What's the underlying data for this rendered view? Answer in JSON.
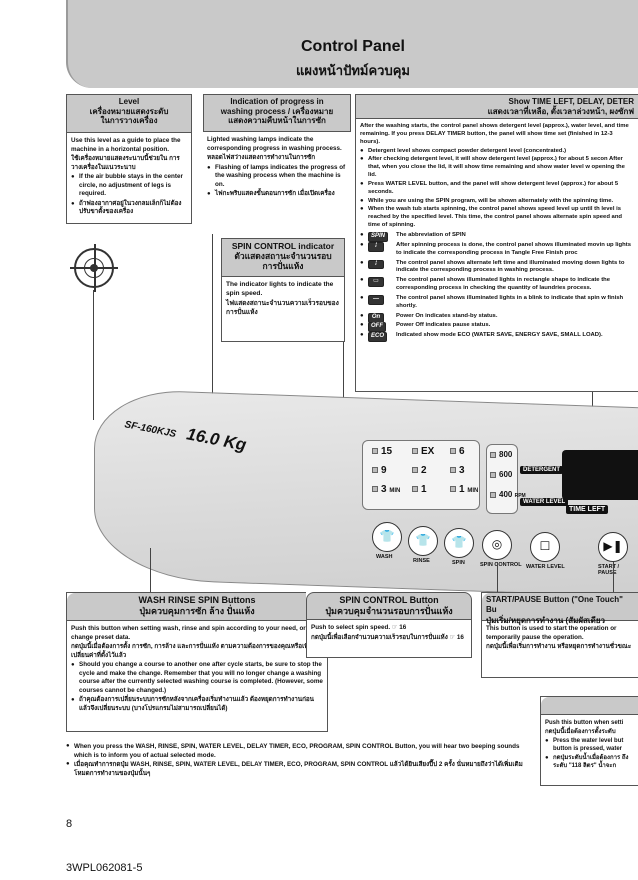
{
  "header": {
    "title_en": "Control Panel",
    "title_th": "แผงหน้าปัทม์ควบคุม"
  },
  "level": {
    "head_en": "Level",
    "head_th1": "เครื่องหมายแสดงระดับ",
    "head_th2": "ในการวางเครื่อง",
    "body_en": "Use this level as a guide to place the machine in a horizontal position.",
    "body_th": "ใช้เครื่องหมายแสดงระนาบนี้ช่วยใน การวางเครื่องในแนวระนาบ",
    "bullet_en": "If the air bubble stays in the center circle, no adjustment of legs is required.",
    "bullet_th": "ถ้าฟองอากาศอยู่ในวงกลมเล็กก็ไม่ต้อง ปรับขาตั้งของเครื่อง"
  },
  "progress": {
    "head_en1": "Indication of progress in",
    "head_en2": "washing process / เครื่องหมาย",
    "head_th": "แสดงความคืบหน้าในการซัก",
    "body_en": "Lighted washing lamps indicate the corresponding progress in washing process.",
    "body_th": "หลอดไฟสว่างแสดงการทำงานในการซัก",
    "bullet_en": "Flashing of lamps indicates the progress of the washing process when the machine is on.",
    "bullet_th": "ไฟกะพริบแสดงขั้นตอนการซัก เมื่อเปิดเครื่อง"
  },
  "spin_indicator": {
    "head_en": "SPIN CONTROL indicator",
    "head_th1": "ตัวแสดงสถานะจำนวนรอบ",
    "head_th2": "การปั่นแห้ง",
    "body_en": "The indicator lights to indicate the spin speed.",
    "body_th": "ไฟแสดงสถานะจำนวนความเร็วรอบของการปั่นแห้ง"
  },
  "time_left": {
    "head_en": "Show TIME LEFT, DELAY, DETER",
    "head_th": "แสดงเวลาที่เหลือ, ตั้งเวลาล่วงหน้า, ผงซักฟ",
    "intro": "After the washing starts, the control panel shows detergent level (approx.), water level, and time remaining. If you press DELAY TIMER button, the panel will show time set (finished in 12-3 hours).",
    "items": [
      "Detergent level shows compact powder detergent level (concentrated.)",
      "After checking detergent level, it will show detergent level (approx.) for about 5 secon After that, when you close the lid, it will show time remaining and show water level w opening the lid.",
      "Press WATER LEVEL button, and the panel will show detergent level (approx.) for about 5 seconds.",
      "While you are using the SPIN program, will be shown alternately with the spinning time.",
      "When the wash tub starts spinning, the control panel shows speed level up until th level is reached by the specified level. This time, the control panel shows alternate spin speed and time of spinning."
    ],
    "disp_rows": [
      {
        "icon": "SPIN",
        "text": "The abbreviation of SPIN"
      },
      {
        "icon": "⁞",
        "text": "After spinning process is done, the control panel shows illuminated movin up lights to indicate the corresponding process in Tangle Free Finish proc"
      },
      {
        "icon": "⁞",
        "text": "The control panel shows alternate left time and illuminated moving down lights to indicate the corresponding process in washing process."
      },
      {
        "icon": "▭",
        "text": "The control panel shows illuminated lights in rectangle shape to indicate the corresponding process in checking the quantity of laundries process."
      },
      {
        "icon": "—",
        "text": "The control panel shows illuminated lights in a blink to indicate that spin w finish shortly."
      },
      {
        "icon": "On",
        "text": "Power On indicates stand-by status."
      },
      {
        "icon": "OFF",
        "text": "Power Off indicates pause status."
      },
      {
        "icon": "ECO",
        "text": "Indicated show mode ECO (WATER SAVE, ENERGY SAVE, SMALL LOAD)."
      }
    ]
  },
  "machine": {
    "model": "SF-160KJS",
    "capacity": "16.0 Kg",
    "wash_col": [
      "15",
      "9",
      "3"
    ],
    "rinse_col": [
      "EX",
      "2",
      "1"
    ],
    "spin_col": [
      "6",
      "3",
      "1"
    ],
    "rpm_col": [
      "800",
      "600",
      "400"
    ],
    "unit_min": "MIN",
    "unit_rpm": "RPM",
    "labels": {
      "detergent": "DETERGENT",
      "water_level": "WATER LEVEL",
      "time_left": "TIME LEFT",
      "wash": "WASH",
      "rinse": "RINSE",
      "spin": "SPIN",
      "spin_control": "SPIN CONTROL",
      "water_level_btn": "WATER LEVEL",
      "start_pause": "START / PAUSE"
    }
  },
  "wrs": {
    "head_en": "WASH RINSE SPIN Buttons",
    "head_th": "ปุ่มควบคุมการซัก ล้าง ปั่นแห้ง",
    "body_en": "Push this button when setting wash, rinse and spin according to your need, or change preset data.",
    "body_th": "กดปุ่มนี้เมื่อต้องการตั้ง การซัก, การล้าง และการปั่นแห้ง ตามความต้องการของคุณหรือเพิ่มเปลี่ยนค่าที่ตั้งไว้แล้ว",
    "bullet_en": "Should you change a course to another one after cycle starts, be sure to stop the cycle and make the change. Remember that you will no longer change a washing course after the currently selected washing course is completed. (However, some courses cannot be changed.)",
    "bullet_th": "ถ้าคุณต้องการเปลี่ยนระบบการซักหลังจากเครื่องเริ่มทำงานแล้ว ต้องหยุดการทำงานก่อนแล้วจึงเปลี่ยนระบบ (บางโปรแกรมไม่สามารถเปลี่ยนได้)"
  },
  "spinbtn": {
    "head_en": "SPIN CONTROL Button",
    "head_th": "ปุ่มควบคุมจำนวนรอบการปั่นแห้ง",
    "body_en": "Push to select spin speed. ☞ 16",
    "body_th": "กดปุ่มนี้เพื่อเลือกจำนวนความเร็วรอบในการปั่นแห้ง ☞ 16"
  },
  "startbtn": {
    "head_en": "START/PAUSE Button (\"One Touch\" Bu",
    "head_th": "ปุ่มเริ่ม/หยุดการทำงาน (สัมผัสเดียว",
    "body_en": "This button is used to start the operation or temporarily pause the operation.",
    "body_th": "กดปุ่มนี้เพื่อเริ่มการทำงาน หรือหยุดการทำงานชั่วขณะ"
  },
  "waterbtn": {
    "body_en": "Push this button when setti",
    "body_th": "กดปุ่มนี้เมื่อต้องการตั้งระดับ",
    "bullet1": "Press the water level but button is pressed, water",
    "bullet2": "กดปุ่มระดับน้ำเมื่อต้องการ ถึงระดับ \"118 ลิตร\" น้ำจะก"
  },
  "note": {
    "line_en": "When you press the WASH, RINSE, SPIN, WATER LEVEL, DELAY TIMER, ECO, PROGRAM, SPIN CONTROL Button, you will hear two beeping sounds which is to inform you of actual selected mode.",
    "line_th": "เมื่อคุณทำการกดปุ่ม WASH, RINSE, SPIN, WATER LEVEL, DELAY TIMER, ECO, PROGRAM, SPIN CONTROL แล้วได้ยินเสียงปี๊ป 2 ครั้ง นั่นหมายถึงว่าได้เพิ่มเติมโหมดการทำงานของปุ่มนั้นๆ"
  },
  "footer": {
    "page": "8",
    "doc_id": "3WPL062081-5"
  }
}
